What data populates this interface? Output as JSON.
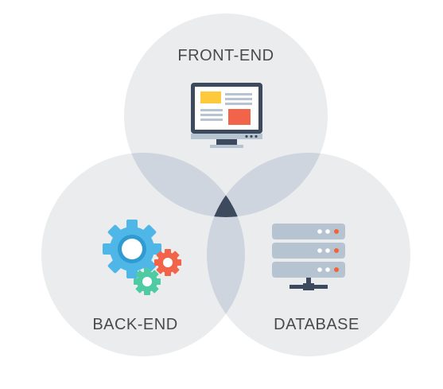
{
  "diagram": {
    "type": "venn",
    "sets": [
      {
        "id": "front-end",
        "label": "FRONT-END",
        "icon": "monitor-icon"
      },
      {
        "id": "back-end",
        "label": "BACK-END",
        "icon": "gears-icon"
      },
      {
        "id": "database",
        "label": "DATABASE",
        "icon": "server-rack-icon"
      }
    ]
  },
  "colors": {
    "circle_fill": "#ebecee",
    "pair_overlap": "#cfd5de",
    "center_overlap": "#3d4a5e",
    "label_text": "#4a4a4a",
    "gear_blue": "#4fb7e8",
    "gear_red": "#f26449",
    "gear_green": "#4ecba2",
    "server_gray": "#b6c3d1",
    "server_orange": "#f0643a",
    "monitor_dark": "#3d4a5e",
    "monitor_yellow": "#ffc93c",
    "monitor_red": "#f26449"
  }
}
